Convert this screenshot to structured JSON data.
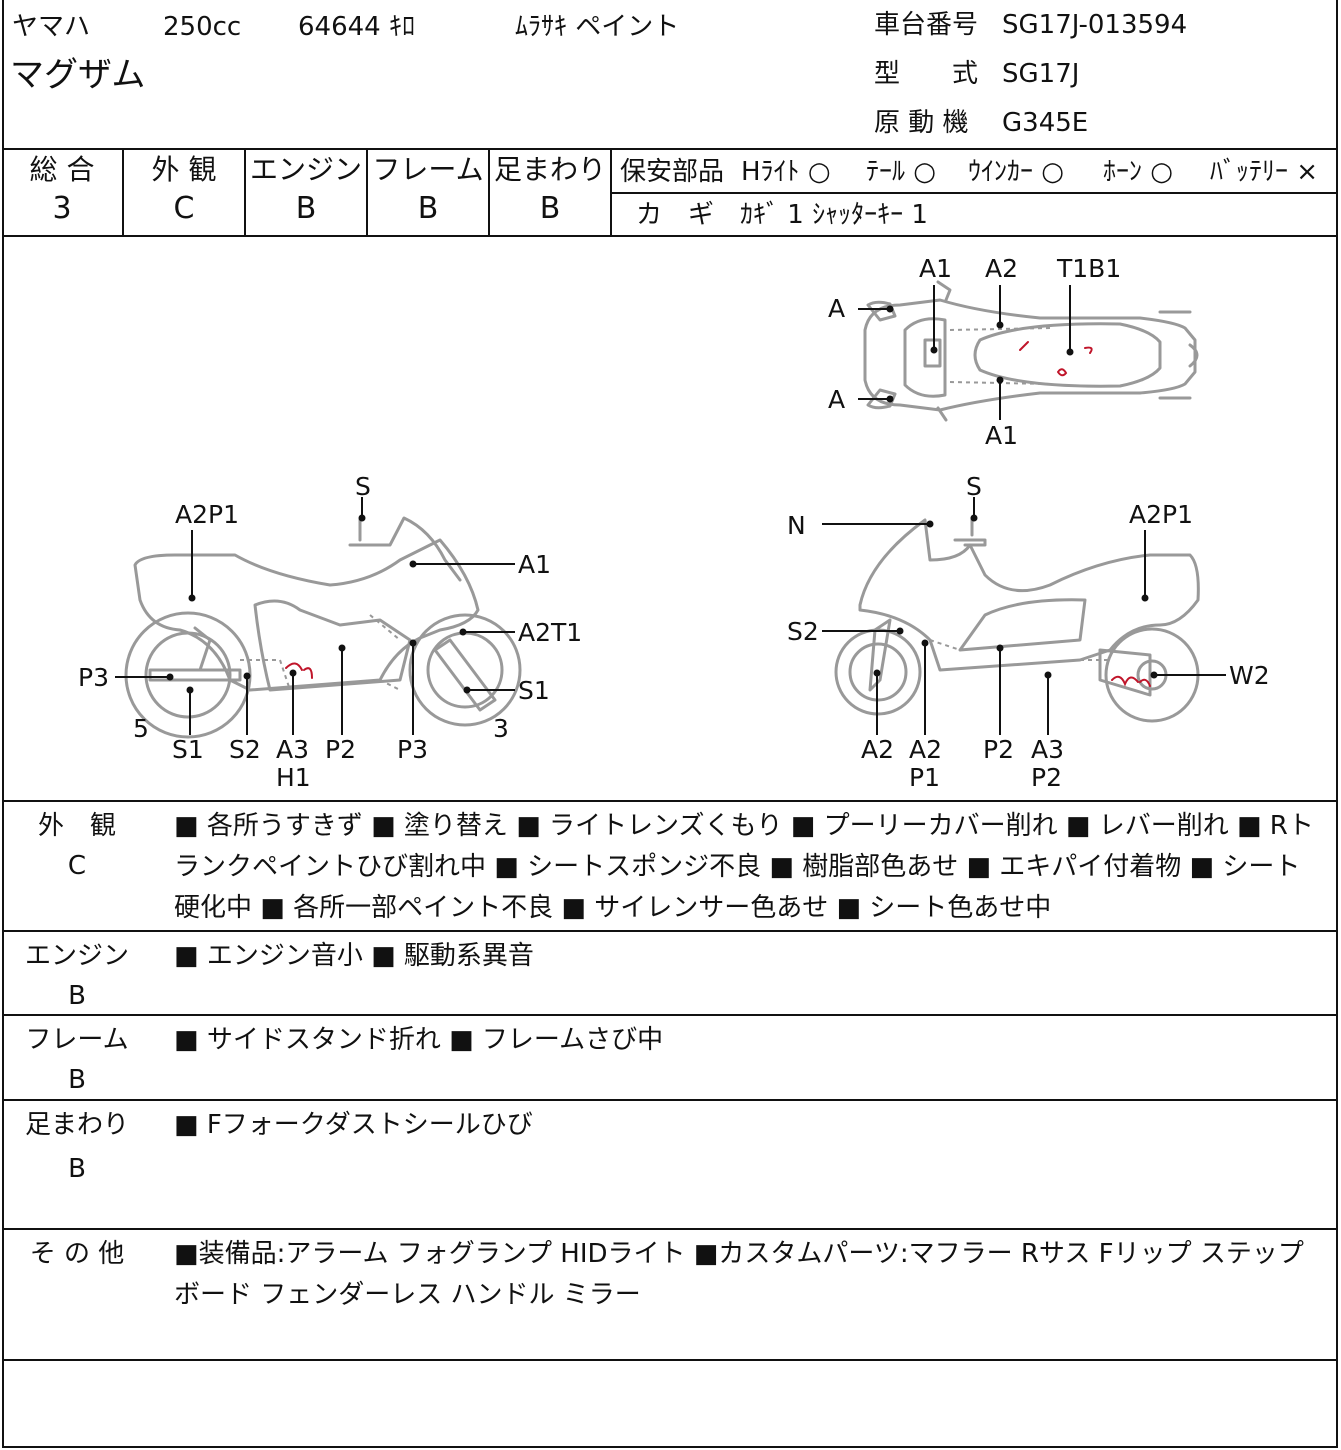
{
  "header": {
    "maker": "ヤマハ",
    "displacement": "250cc",
    "mileage": "64644 ｷﾛ",
    "color": "ﾑﾗｻｷ ペイント",
    "model_name": "マグザム",
    "frame_no_label": "車台番号",
    "frame_no": "SG17J-013594",
    "type_label": "型　　式",
    "type": "SG17J",
    "engine_label": "原 動 機",
    "engine": "G345E"
  },
  "grades": [
    {
      "label": "総 合",
      "value": "3"
    },
    {
      "label": "外 観",
      "value": "C"
    },
    {
      "label": "エンジン",
      "value": "B"
    },
    {
      "label": "フレーム",
      "value": "B"
    },
    {
      "label": "足まわり",
      "value": "B"
    }
  ],
  "safety": {
    "label": "保安部品",
    "items": [
      {
        "name": "Hﾗｲﾄ",
        "status": "○"
      },
      {
        "name": "ﾃｰﾙ",
        "status": "○"
      },
      {
        "name": "ｳｲﾝｶｰ",
        "status": "○"
      },
      {
        "name": "ﾎｰﾝ",
        "status": "○"
      },
      {
        "name": "ﾊﾞｯﾃﾘｰ",
        "status": "×"
      }
    ],
    "key_label": "カ　ギ",
    "keys": "ｶｷﾞ 1  ｼｬｯﾀｰｷｰ 1"
  },
  "diagram_labels": {
    "top": {
      "a1_top": "A1",
      "a2": "A2",
      "t1b1": "T1B1",
      "a_upper": "A",
      "a_lower": "A",
      "a1_bottom": "A1"
    },
    "left": {
      "s": "S",
      "a2p1": "A2P1",
      "a1": "A1",
      "a2t1": "A2T1",
      "s1_right": "S1",
      "p3_left": "P3",
      "five": "5",
      "three": "3",
      "s1": "S1",
      "s2": "S2",
      "a3": "A3",
      "h1": "H1",
      "p2": "P2",
      "p3": "P3"
    },
    "right": {
      "s": "S",
      "n": "N",
      "a2p1": "A2P1",
      "s2": "S2",
      "w2": "W2",
      "a2": "A2",
      "a2b": "A2",
      "p1": "P1",
      "p2": "P2",
      "a3": "A3",
      "p2b": "P2"
    }
  },
  "sections": [
    {
      "label": "外　観",
      "grade": "C",
      "text": "■ 各所うすきず ■ 塗り替え ■ ライトレンズくもり ■ プーリーカバー削れ ■ レバー削れ ■ Rトランクペイントひび割れ中 ■ シートスポンジ不良 ■ 樹脂部色あせ ■ エキパイ付着物 ■ シート硬化中 ■ 各所一部ペイント不良 ■ サイレンサー色あせ ■ シート色あせ中"
    },
    {
      "label": "エンジン",
      "grade": "B",
      "text": "■ エンジン音小 ■ 駆動系異音"
    },
    {
      "label": "フレーム",
      "grade": "B",
      "text": "■ サイドスタンド折れ ■ フレームさび中"
    },
    {
      "label": "足まわり",
      "grade": "B",
      "text": "■ Fフォークダストシールひび"
    },
    {
      "label": "そ の 他",
      "grade": "",
      "text": "■装備品:アラーム フォグランプ HIDライト ■カスタムパーツ:マフラー Rサス Fリップ ステップボード フェンダーレス ハンドル ミラー"
    }
  ]
}
